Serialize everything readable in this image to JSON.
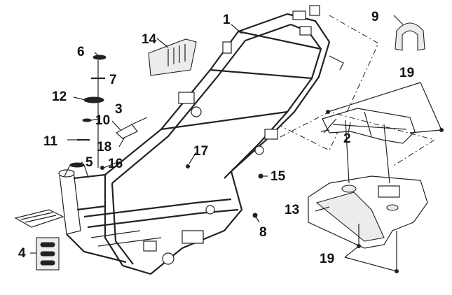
{
  "callouts": {
    "c1": "1",
    "c2": "2",
    "c3": "3",
    "c4": "4",
    "c5": "5",
    "c6": "6",
    "c7": "7",
    "c8": "8",
    "c9": "9",
    "c10": "10",
    "c11": "11",
    "c12": "12",
    "c13": "13",
    "c14": "14",
    "c15": "15",
    "c16": "16",
    "c17": "17",
    "c18": "18",
    "c19a": "19",
    "c19b": "19"
  }
}
